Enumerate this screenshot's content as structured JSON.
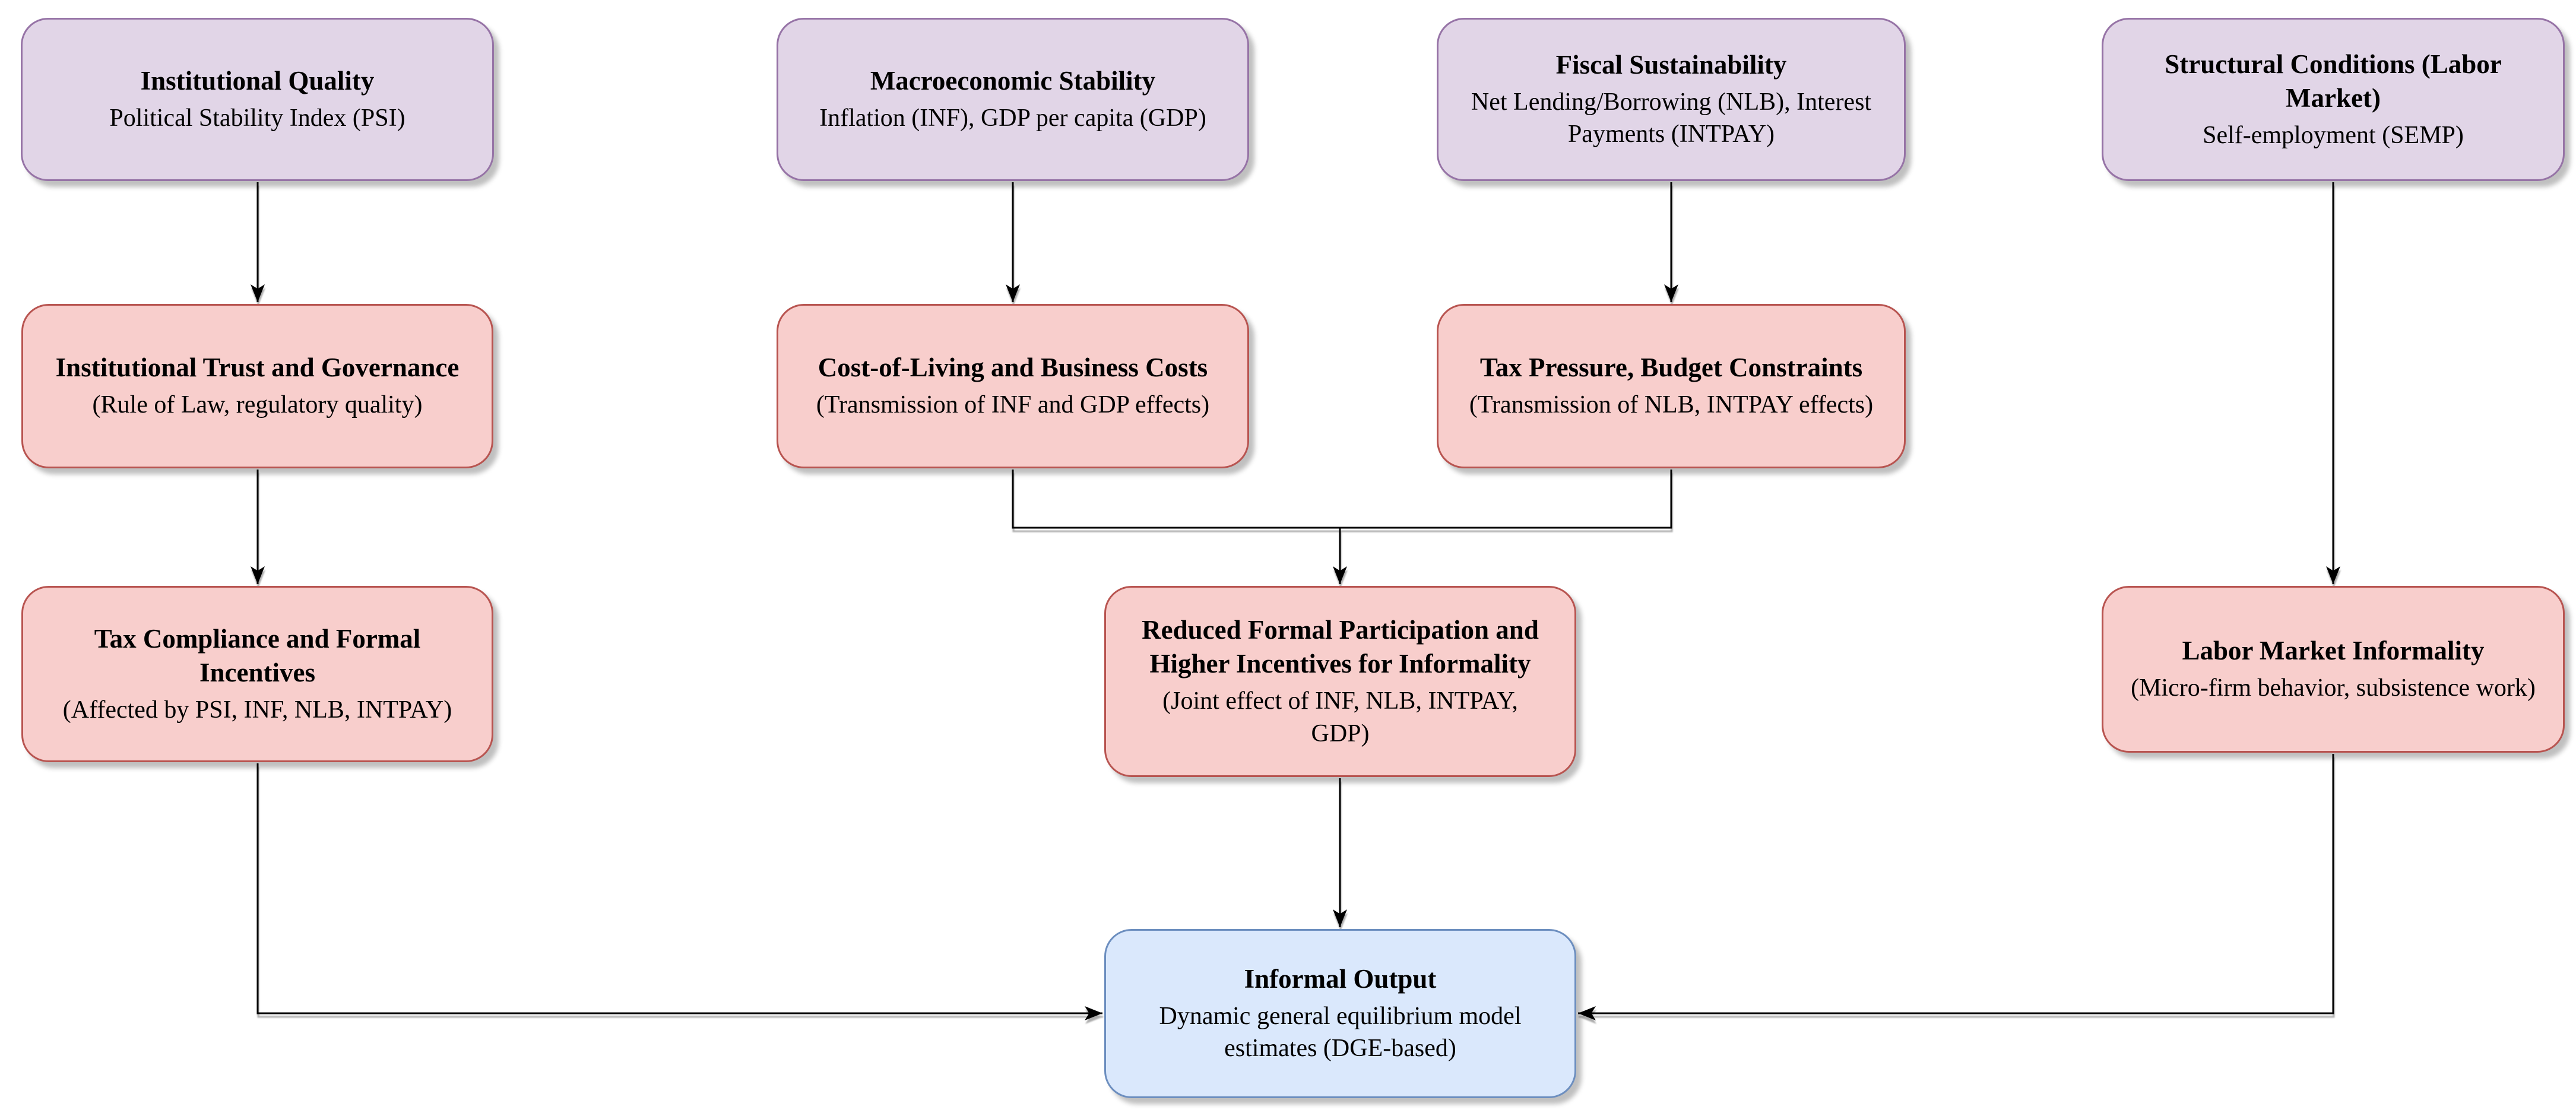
{
  "diagram": {
    "description": "Conceptual flowchart linking macro-institutional drivers to informal output",
    "palette": {
      "driver_fill": "#E1D5E7",
      "driver_stroke": "#9673A6",
      "channel_fill": "#F8CECC",
      "channel_stroke": "#B85450",
      "output_fill": "#DAE8FC",
      "output_stroke": "#6C8EBF",
      "edge_color": "#000000",
      "text_color": "#000000",
      "background": "#FFFFFF"
    },
    "nodes": {
      "institutional_quality": {
        "title": "Institutional Quality",
        "subtitle": "Political Stability Index (PSI)"
      },
      "macroeconomic_stability": {
        "title": "Macroeconomic Stability",
        "subtitle": "Inflation (INF), GDP per capita (GDP)"
      },
      "fiscal_sustainability": {
        "title": "Fiscal Sustainability",
        "subtitle": "Net Lending/Borrowing (NLB), Interest\nPayments (INTPAY)"
      },
      "structural_conditions": {
        "title": "Structural Conditions (Labor Market)",
        "subtitle": "Self-employment (SEMP)"
      },
      "institutional_trust": {
        "title": "Institutional Trust and Governance",
        "subtitle": "(Rule of Law, regulatory quality)"
      },
      "cost_of_living": {
        "title": "Cost-of-Living and Business Costs",
        "subtitle": "(Transmission of INF and GDP effects)"
      },
      "tax_pressure": {
        "title": "Tax Pressure, Budget Constraints",
        "subtitle": "(Transmission of NLB, INTPAY effects)"
      },
      "tax_compliance": {
        "title": "Tax Compliance and Formal\nIncentives",
        "subtitle": "(Affected by PSI, INF, NLB, INTPAY)"
      },
      "reduced_formal_participation": {
        "title": "Reduced Formal Participation and\nHigher Incentives for Informality",
        "subtitle": "(Joint effect of INF, NLB, INTPAY,\nGDP)"
      },
      "labor_market_informality": {
        "title": "Labor Market Informality",
        "subtitle": "(Micro-firm behavior, subsistence work)"
      },
      "informal_output": {
        "title": "Informal Output",
        "subtitle": "Dynamic general equilibrium model\nestimates (DGE-based)"
      }
    },
    "edges": [
      {
        "from": "institutional_quality",
        "to": "institutional_trust"
      },
      {
        "from": "macroeconomic_stability",
        "to": "cost_of_living"
      },
      {
        "from": "fiscal_sustainability",
        "to": "tax_pressure"
      },
      {
        "from": "structural_conditions",
        "to": "labor_market_informality"
      },
      {
        "from": "institutional_trust",
        "to": "tax_compliance"
      },
      {
        "from": "cost_of_living",
        "to": "reduced_formal_participation"
      },
      {
        "from": "tax_pressure",
        "to": "reduced_formal_participation"
      },
      {
        "from": "tax_compliance",
        "to": "informal_output"
      },
      {
        "from": "reduced_formal_participation",
        "to": "informal_output"
      },
      {
        "from": "labor_market_informality",
        "to": "informal_output"
      }
    ]
  }
}
